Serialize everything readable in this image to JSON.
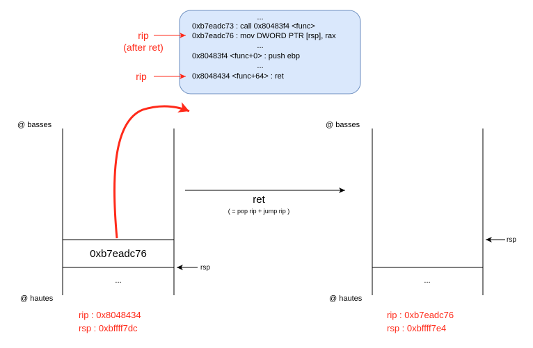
{
  "code_box": {
    "lines": [
      "...",
      "0xb7eadc73  : call 0x80483f4 <func>",
      "0xb7eadc76  : mov DWORD PTR [rsp], rax",
      "...",
      "0x80483f4 <func+0> : push ebp",
      "...",
      "0x8048434 <func+64> : ret"
    ]
  },
  "pointers": {
    "rip_after_label": "rip",
    "rip_after_sub": "(after ret)",
    "rip_label": "rip"
  },
  "left_stack": {
    "top_label": "@ basses",
    "bottom_label": "@ hautes",
    "cell_value": "0xb7eadc76",
    "cell_dots": "...",
    "rsp_label": "rsp",
    "rip_status": "rip  : 0x8048434",
    "rsp_status": "rsp  : 0xbffff7dc"
  },
  "operation": {
    "label": "ret",
    "description": "( = pop rip + jump rip )"
  },
  "right_stack": {
    "top_label": "@ basses",
    "bottom_label": "@ hautes",
    "cell_dots": "...",
    "rsp_label": "rsp",
    "rip_status": "rip  : 0xb7eadc76",
    "rsp_status": "rsp  : 0xbffff7e4"
  },
  "colors": {
    "accent_red": "#ff2a1a",
    "code_box_fill": "#dae8fc",
    "code_box_stroke": "#6c8ebf"
  }
}
